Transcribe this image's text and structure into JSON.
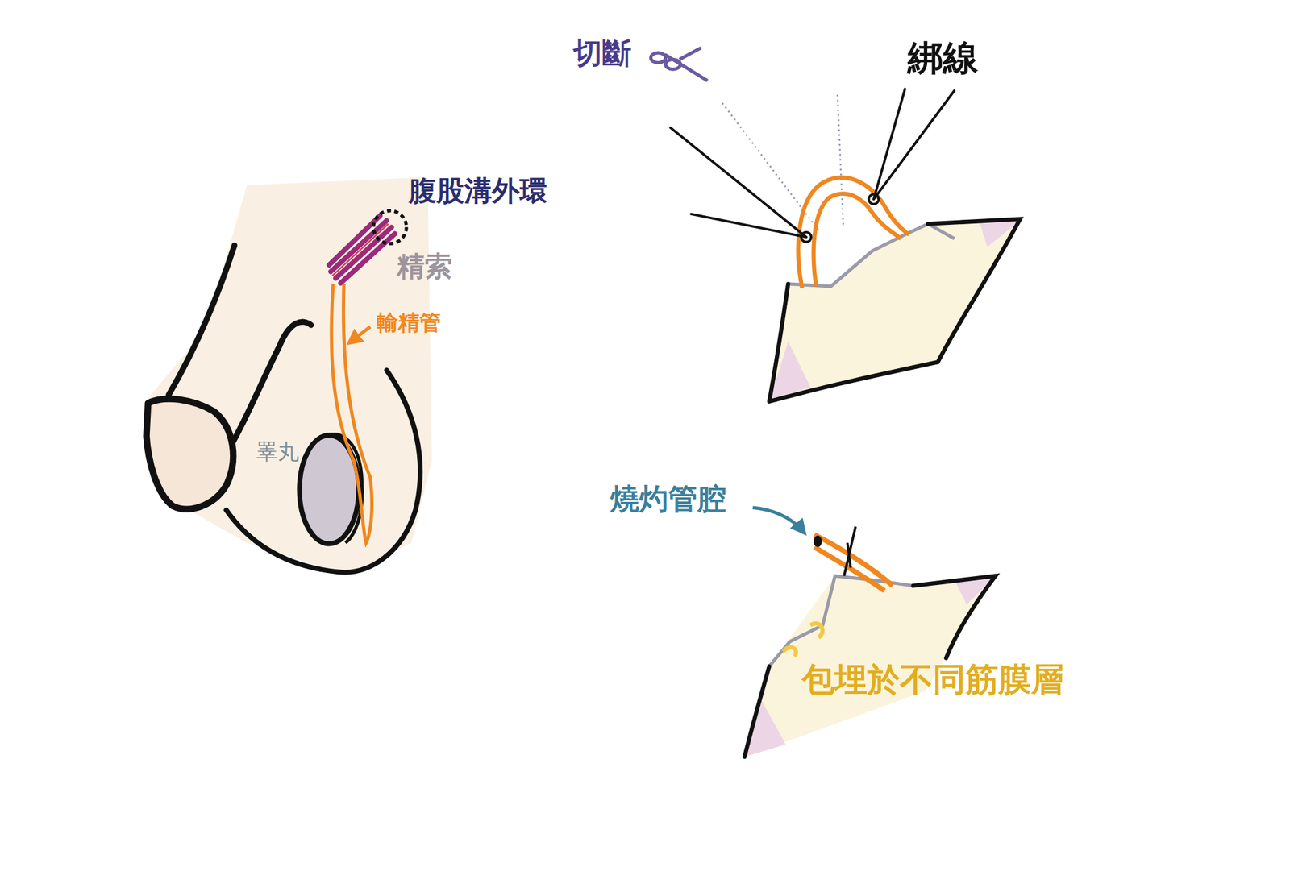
{
  "diagram": {
    "labels": [
      "切斷",
      "綁線",
      "腹股溝外環",
      "精索",
      "輸精管",
      "睪丸",
      "燒灼管腔",
      "包埋於不同筋膜層"
    ]
  }
}
